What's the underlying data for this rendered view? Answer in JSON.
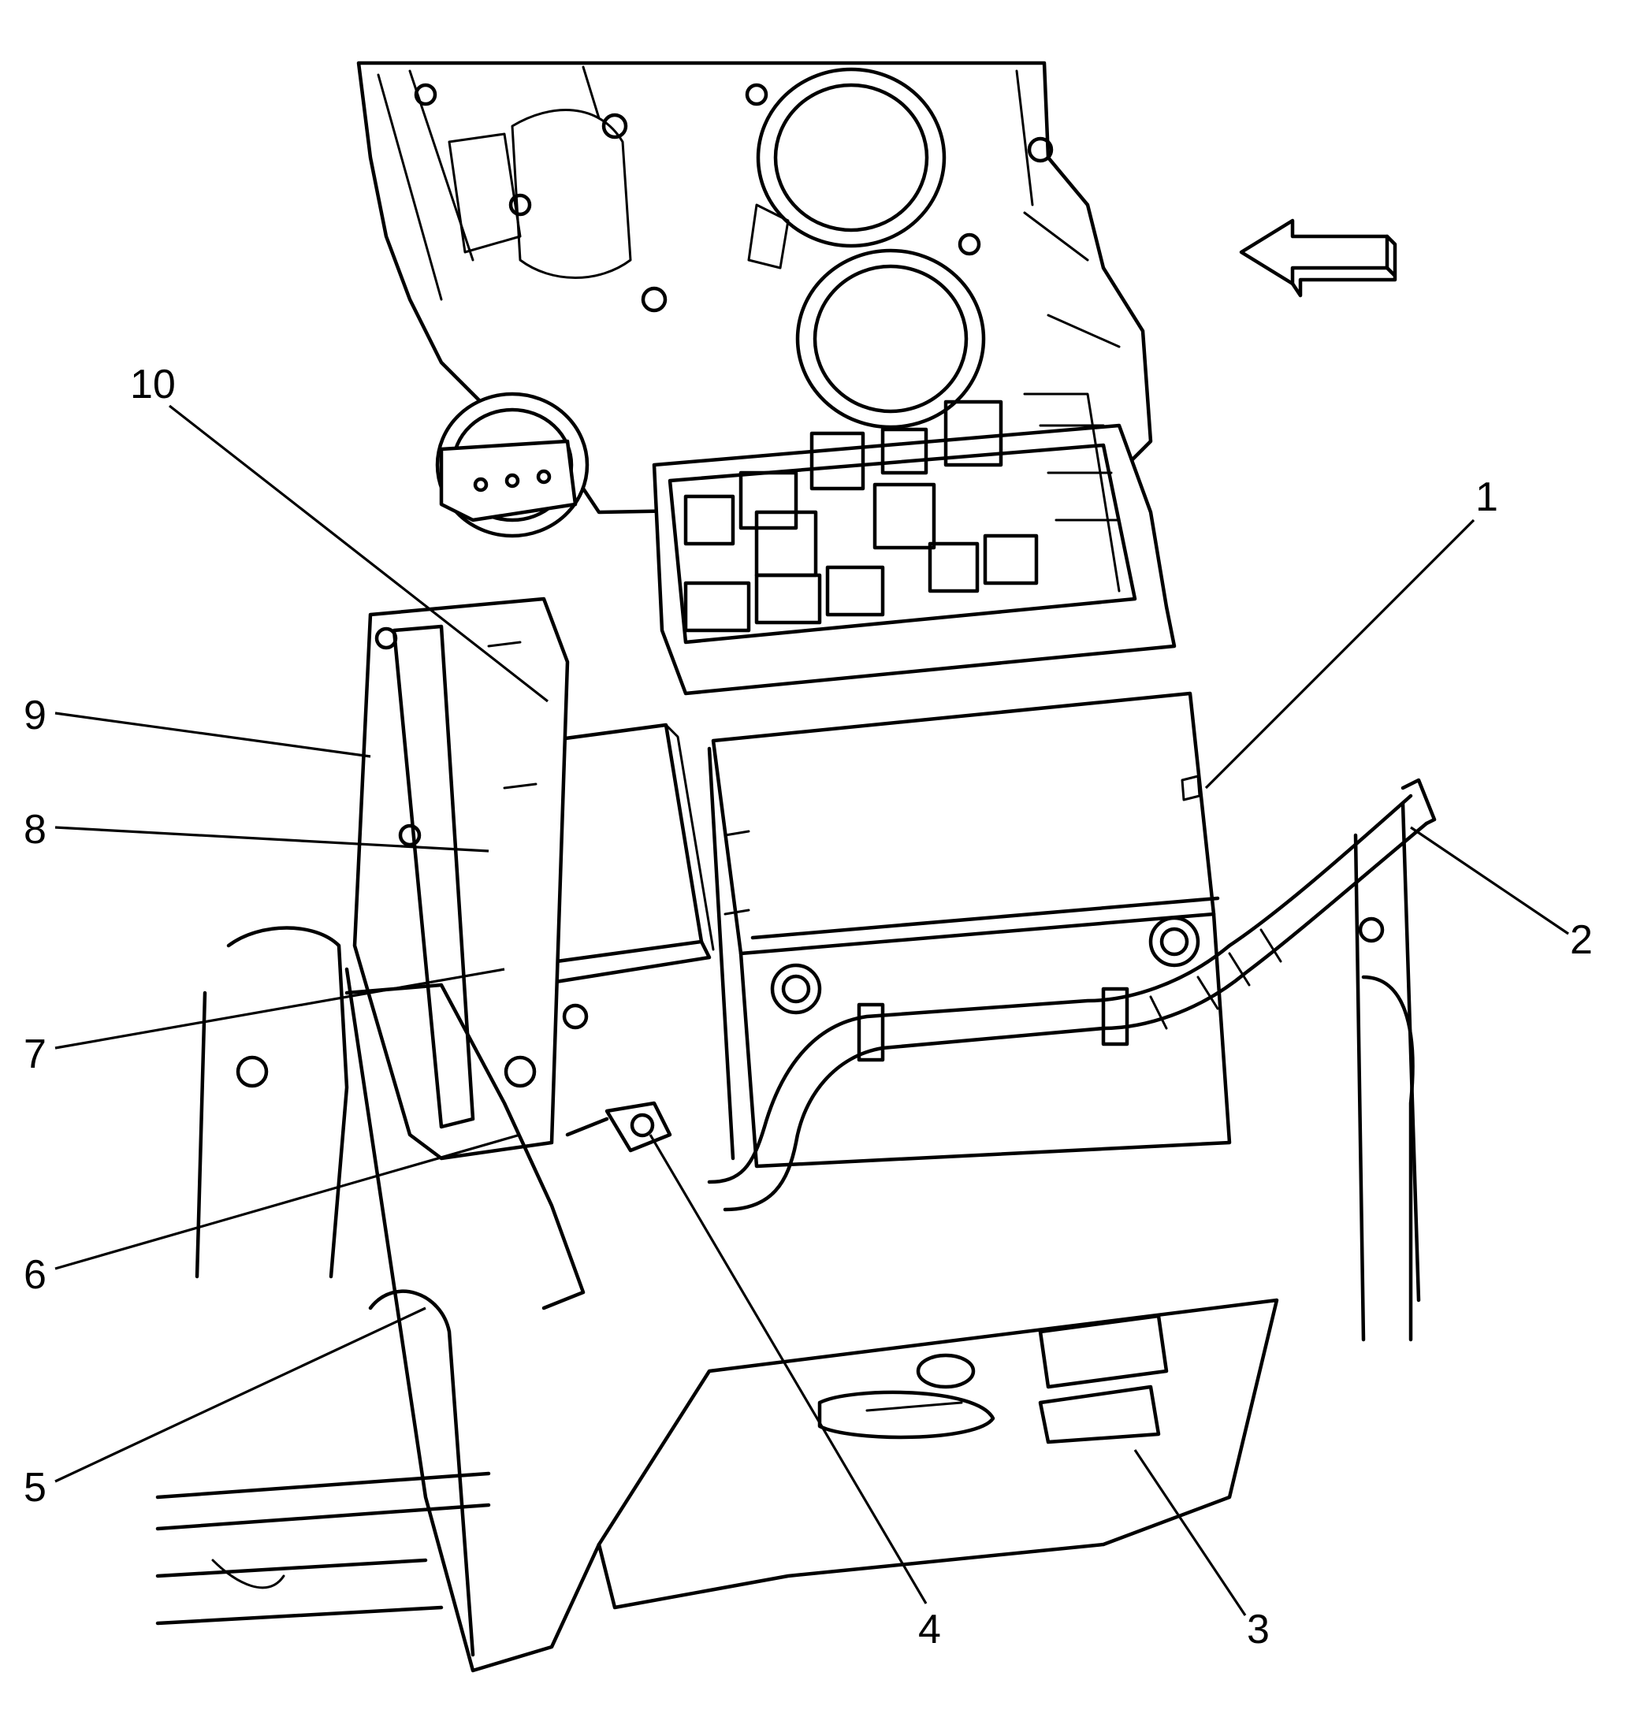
{
  "callouts": [
    {
      "id": "1",
      "label": "1"
    },
    {
      "id": "2",
      "label": "2"
    },
    {
      "id": "3",
      "label": "3"
    },
    {
      "id": "4",
      "label": "4"
    },
    {
      "id": "5",
      "label": "5"
    },
    {
      "id": "6",
      "label": "6"
    },
    {
      "id": "7",
      "label": "7"
    },
    {
      "id": "8",
      "label": "8"
    },
    {
      "id": "9",
      "label": "9"
    },
    {
      "id": "10",
      "label": "10"
    }
  ],
  "direction_arrow": {
    "icon": "left-arrow-icon",
    "direction": "left"
  }
}
